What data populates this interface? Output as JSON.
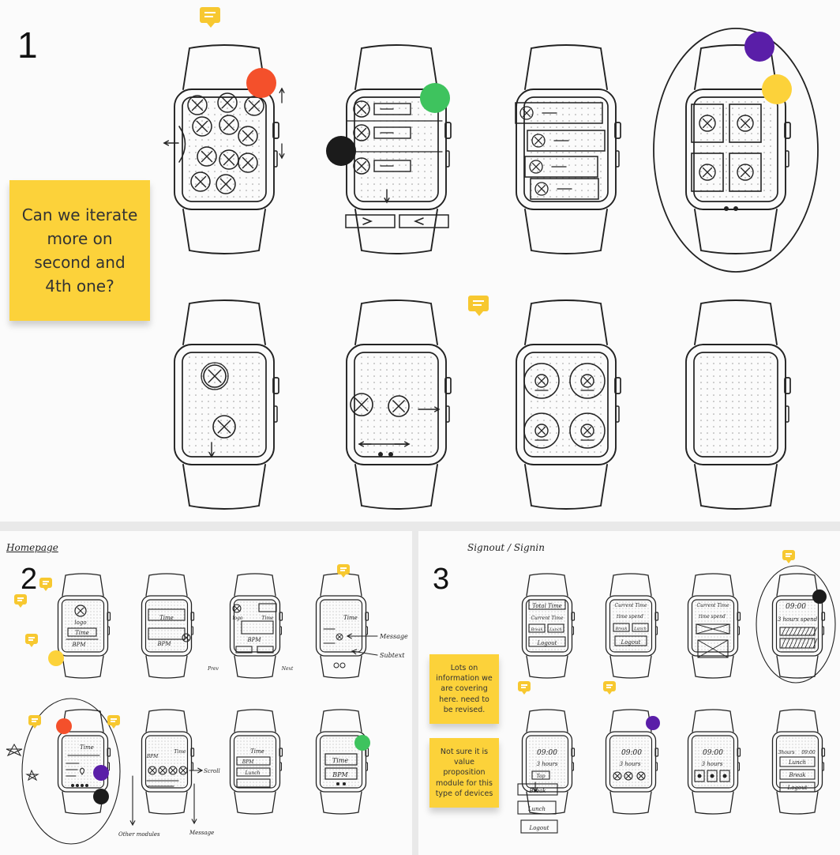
{
  "sections": [
    {
      "number": "1"
    },
    {
      "number": "2",
      "heading": "Homepage"
    },
    {
      "number": "3",
      "heading": "Signout / Signin"
    }
  ],
  "sticky_notes": [
    {
      "text": "Can we iterate more on second and 4th one?"
    },
    {
      "text": "Lots on information we are covering here. need to be revised."
    },
    {
      "text": "Not sure it is value proposition module for this type of devices"
    }
  ],
  "sketch_labels": {
    "logo": "logo",
    "time": "Time",
    "bpm": "BPM",
    "message": "Message",
    "subtext": "Subtext",
    "prev": "Prev",
    "next": "Next",
    "scroll": "Scroll",
    "other_modules": "Other modules",
    "total_time": "Total Time",
    "current_time": "Current Time",
    "time_spend": "time spend",
    "break": "Break",
    "lunch": "Lunch",
    "logout": "Logout",
    "clock": "09:00",
    "hours": "3 hours",
    "hours_spend": "3 hours spend",
    "tap": "Tap"
  },
  "colors": {
    "red": "#f4502b",
    "green": "#3ec35e",
    "black": "#1b1b1b",
    "purple": "#5a1ea8",
    "yellow": "#fcd23a",
    "comment": "#f7c830"
  }
}
